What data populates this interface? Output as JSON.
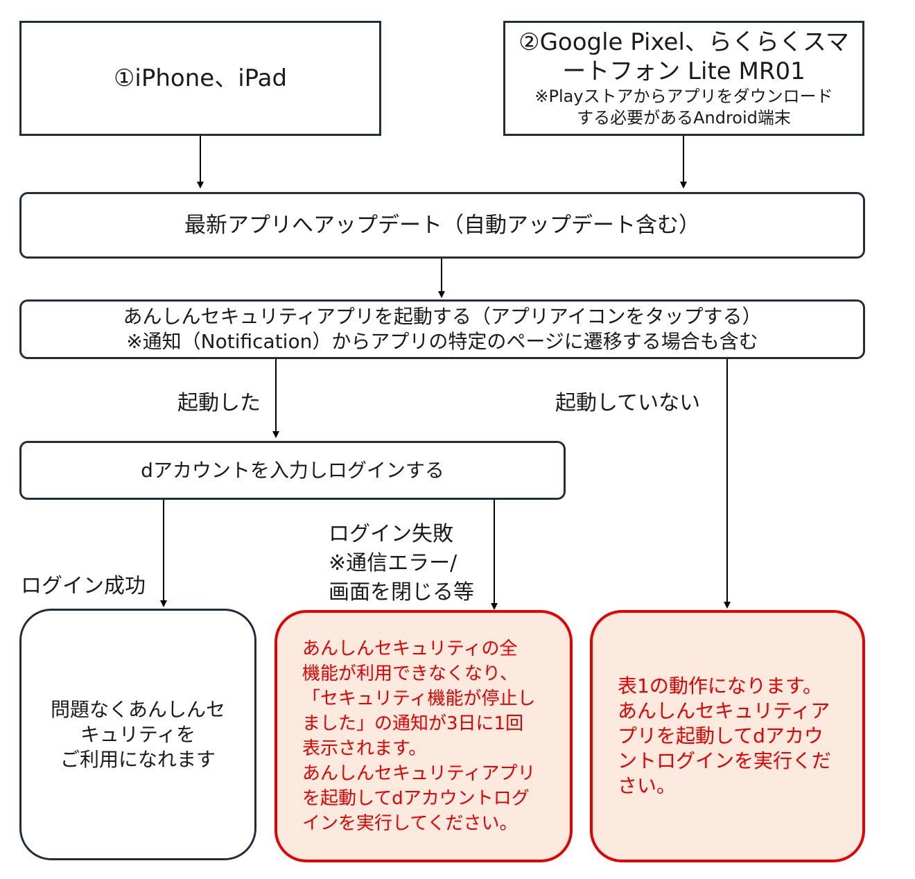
{
  "box_iphone": "①iPhone、iPad",
  "box_android": {
    "lines": [
      "②Google Pixel、らくらくスマ",
      "ートフォン Lite MR01"
    ],
    "note": [
      "※Playストアからアプリをダウンロード",
      "する必要があるAndroid端末"
    ]
  },
  "box_update": "最新アプリへアップデート（自動アップデート含む）",
  "box_launch": {
    "line1": "あんしんセキュリティアプリを起動する（アプリアイコンをタップする）",
    "line2": "※通知（Notification）からアプリの特定のページに遷移する場合も含む"
  },
  "label_launched": "起動した",
  "label_not_launched": "起動していない",
  "box_login": "dアカウントを入力しログインする",
  "label_login_success": "ログイン成功",
  "label_login_failure": [
    "ログイン失敗",
    "※通信エラー/",
    "画面を閉じる等"
  ],
  "box_success": [
    "問題なくあんしんセ",
    "キュリティを",
    "ご利用になれます"
  ],
  "box_failure": [
    "あんしんセキュリティの全",
    "機能が利用できなくなり、",
    "「セキュリティ機能が停止し",
    "ました」の通知が3日に1回",
    "表示されます。",
    "あんしんセキュリティアプリ",
    "を起動してdアカウントログ",
    "インを実行してください。"
  ],
  "box_not_launched": [
    "表1の動作になります。",
    "あんしんセキュリティア",
    "プリを起動してdアカウ",
    "ントログインを実行くだ",
    "さい。"
  ],
  "colors": {
    "outline": "#1f2d3d",
    "alert_border": "#e60000",
    "alert_fill": "#fdeadf",
    "alert_text": "#e60000"
  }
}
